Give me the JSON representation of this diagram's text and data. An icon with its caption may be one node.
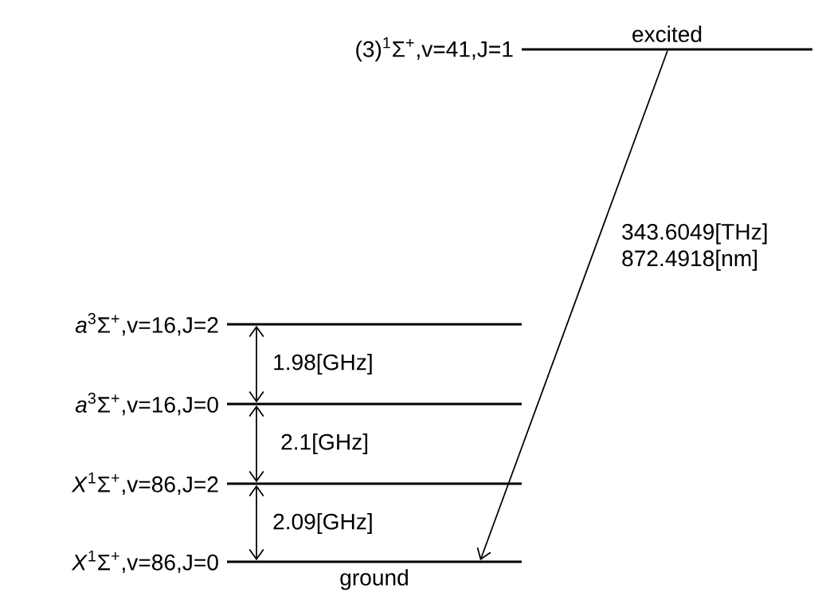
{
  "diagram": {
    "nodes": [
      {
        "text": [
          "(3)$^{1}$Σ$^{+}$,v=41,J=1"
        ],
        "beside": [
          "excited"
        ]
      },
      {
        "text": [
          "*a*$^{3}$Σ$^{+}$,v=16,J=2"
        ]
      },
      {
        "text": [
          "*a*$^{3}$Σ$^{+}$,v=16,J=0"
        ]
      },
      {
        "text": [
          "*X*$^{1}$Σ$^{+}$,v=86,J=2"
        ]
      },
      {
        "text": [
          "*X*$^{1}$Σ$^{+}$,v=86,J=0"
        ],
        "beside": [
          "ground"
        ]
      }
    ],
    "edges": [
      {
        "from": 1,
        "to": 2,
        "arrow": "both",
        "label": "1.98[GHz]"
      },
      {
        "from": 2,
        "to": 3,
        "arrow": "both",
        "label": "2.1[GHz]"
      },
      {
        "from": 3,
        "to": 4,
        "arrow": "both",
        "label": "2.09[GHz]"
      },
      {
        "from": 0,
        "to": 4,
        "arrow": "to",
        "label": "343.6049[THz] 872.4918[nm]"
      }
    ]
  }
}
